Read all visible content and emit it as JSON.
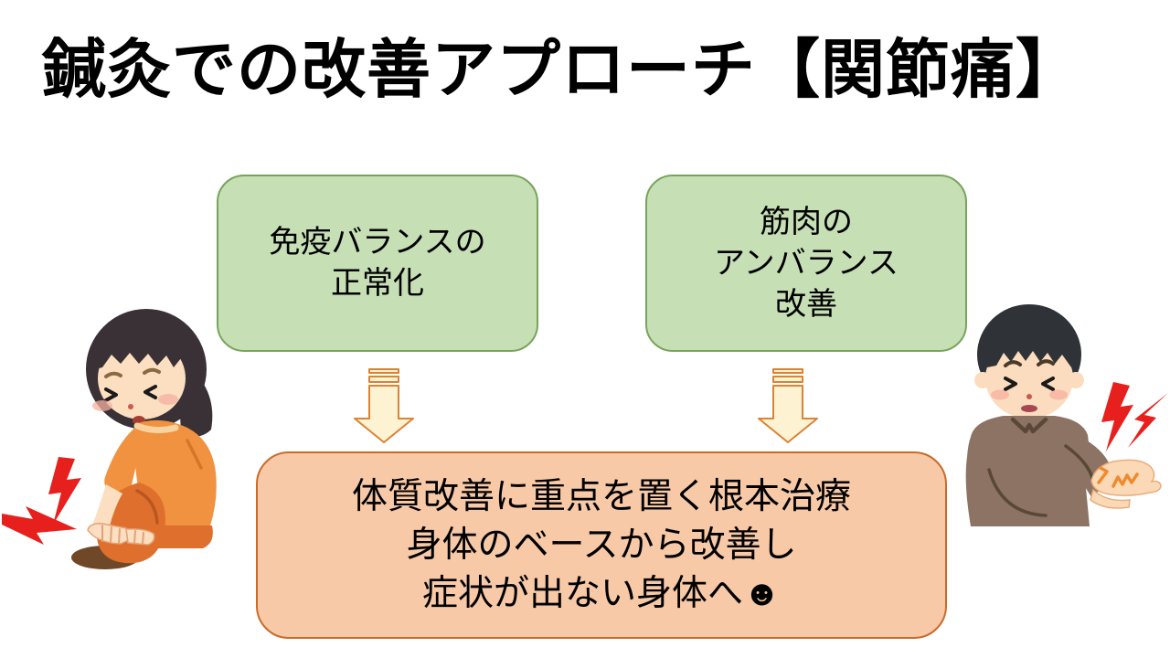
{
  "title": "鍼灸での改善アプローチ【関節痛】",
  "approach_boxes": [
    {
      "id": "immune",
      "lines": [
        "免疫バランスの",
        "正常化"
      ]
    },
    {
      "id": "muscle",
      "lines": [
        "筋肉の",
        "アンバランス",
        "改善"
      ]
    }
  ],
  "result_box": {
    "lines": [
      "体質改善に重点を置く根本治療",
      "身体のベースから改善し",
      "症状が出ない身体へ☻"
    ]
  },
  "arrows": [
    {
      "id": "left-striped-down-arrow"
    },
    {
      "id": "right-striped-down-arrow"
    }
  ],
  "illustrations": [
    {
      "id": "girl-knee-pain"
    },
    {
      "id": "man-wrist-pain"
    }
  ],
  "colors": {
    "background": "#ffffff",
    "title_text": "#000000",
    "green_box_fill": "#c7dfb5",
    "green_box_border": "#77a45c",
    "orange_box_fill": "#f8c9a7",
    "orange_box_border": "#c96a2b",
    "arrow_fill": "#fdf3d2",
    "arrow_border": "#db8233",
    "pain_bolt_red": "#e7201d"
  }
}
